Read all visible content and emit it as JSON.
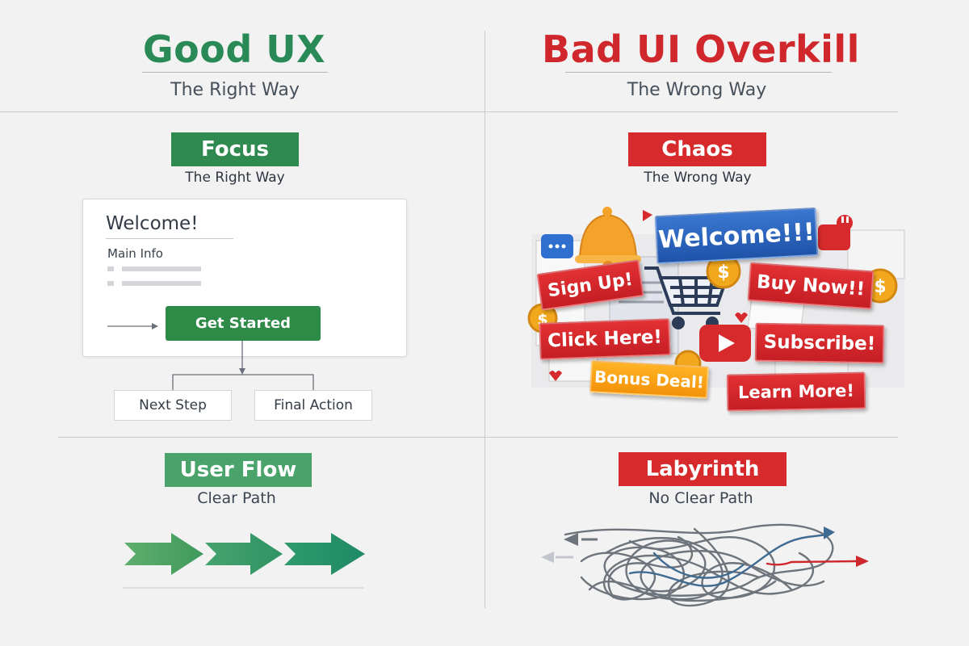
{
  "good": {
    "title": "Good UX",
    "subtitle": "The Right Way",
    "focus": {
      "badge": "Focus",
      "caption": "The Right Way",
      "card": {
        "welcome": "Welcome!",
        "main_info": "Main Info",
        "cta": "Get Started",
        "next_step": "Next Step",
        "final_action": "Final Action"
      }
    },
    "flow": {
      "badge": "User Flow",
      "caption": "Clear Path"
    }
  },
  "bad": {
    "title": "Bad UI Overkill",
    "subtitle": "The Wrong Way",
    "chaos": {
      "badge": "Chaos",
      "caption": "The Wrong Way",
      "tags": {
        "welcome": "Welcome!!!",
        "sign_up": "Sign Up!",
        "buy_now": "Buy Now!!",
        "click_here": "Click Here!",
        "subscribe": "Subscribe!",
        "bonus_deal": "Bonus Deal!",
        "learn_more": "Learn More!"
      }
    },
    "labyrinth": {
      "badge": "Labyrinth",
      "caption": "No Clear Path"
    }
  },
  "colors": {
    "good_green": "#2a8a57",
    "bad_red": "#d0272c",
    "background": "#f2f2f3"
  }
}
